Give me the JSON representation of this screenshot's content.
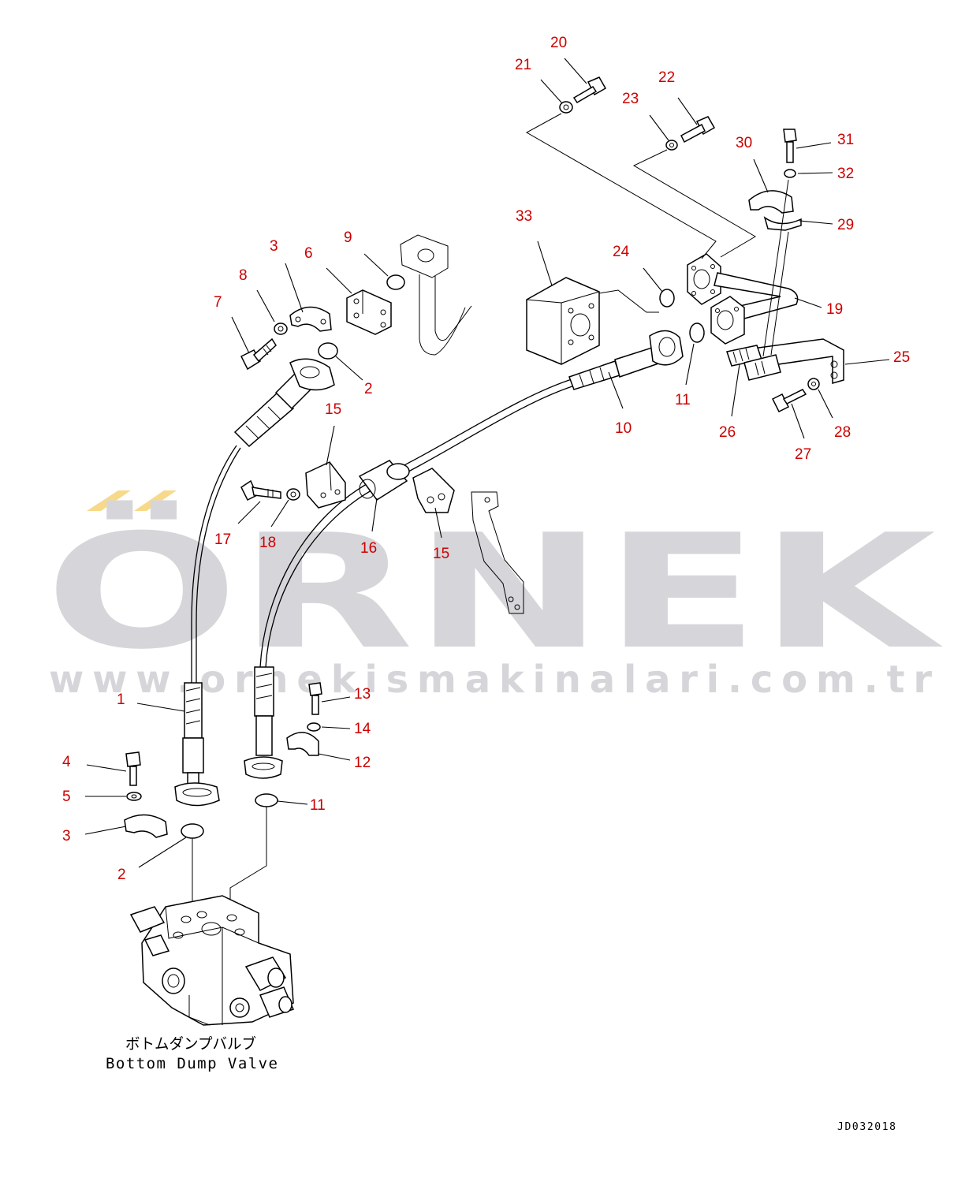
{
  "watermark": {
    "brand": "ÖRNEK",
    "url": "www.ornekismakinalari.com.tr",
    "accent_color": "#f7d98a",
    "text_color": "#d6d6da"
  },
  "callout_color": "#cc0000",
  "callouts": [
    {
      "id": "c20a",
      "text": "20"
    },
    {
      "id": "c21a",
      "text": "21"
    },
    {
      "id": "c22a",
      "text": "22"
    },
    {
      "id": "c23a",
      "text": "23"
    },
    {
      "id": "c30a",
      "text": "30"
    },
    {
      "id": "c31a",
      "text": "31"
    },
    {
      "id": "c32a",
      "text": "32"
    },
    {
      "id": "c29a",
      "text": "29"
    },
    {
      "id": "c33a",
      "text": "33"
    },
    {
      "id": "c24a",
      "text": "24"
    },
    {
      "id": "c19a",
      "text": "19"
    },
    {
      "id": "c25a",
      "text": "25"
    },
    {
      "id": "c11a",
      "text": "11"
    },
    {
      "id": "c10a",
      "text": "10"
    },
    {
      "id": "c26a",
      "text": "26"
    },
    {
      "id": "c28a",
      "text": "28"
    },
    {
      "id": "c27a",
      "text": "27"
    },
    {
      "id": "c9a",
      "text": "9"
    },
    {
      "id": "c3a",
      "text": "3"
    },
    {
      "id": "c6a",
      "text": "6"
    },
    {
      "id": "c8a",
      "text": "8"
    },
    {
      "id": "c7a",
      "text": "7"
    },
    {
      "id": "c2a",
      "text": "2"
    },
    {
      "id": "c15a",
      "text": "15"
    },
    {
      "id": "c17a",
      "text": "17"
    },
    {
      "id": "c18a",
      "text": "18"
    },
    {
      "id": "c16a",
      "text": "16"
    },
    {
      "id": "c15b",
      "text": "15"
    },
    {
      "id": "c1a",
      "text": "1"
    },
    {
      "id": "c13a",
      "text": "13"
    },
    {
      "id": "c14a",
      "text": "14"
    },
    {
      "id": "c12a",
      "text": "12"
    },
    {
      "id": "c4a",
      "text": "4"
    },
    {
      "id": "c5a",
      "text": "5"
    },
    {
      "id": "c3b",
      "text": "3"
    },
    {
      "id": "c11b",
      "text": "11"
    },
    {
      "id": "c2b",
      "text": "2"
    }
  ],
  "caption": {
    "japanese": "ボトムダンプバルブ",
    "english": "Bottom Dump Valve"
  },
  "drawing_code": "JD032018"
}
